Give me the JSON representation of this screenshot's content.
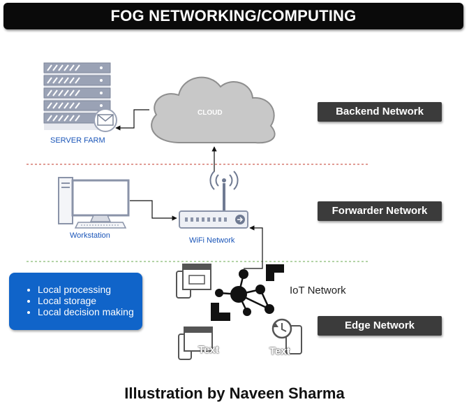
{
  "title": "FOG NETWORKING/COMPUTING",
  "layers": {
    "backend": "Backend Network",
    "forwarder": "Forwarder Network",
    "edge": "Edge Network"
  },
  "nodes": {
    "server_farm": "SERVER FARM",
    "cloud": "CLOUD",
    "workstation": "Workstation",
    "wifi": "WiFi Network",
    "iot": "IoT Network",
    "text_a": "Text",
    "text_b": "Text"
  },
  "bullets": [
    "Local processing",
    "Local storage",
    "Local decision making"
  ],
  "footer": "Illustration by Naveen Sharma",
  "colors": {
    "title_bg": "#0a0a0a",
    "label_bg": "#3b3b3b",
    "box_blue": "#1064c9",
    "node_blue": "#1a55b8"
  }
}
